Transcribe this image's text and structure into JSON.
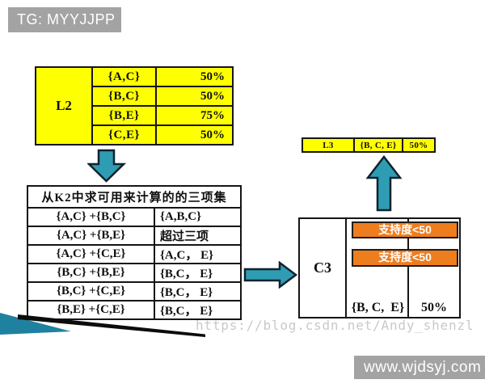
{
  "badges": {
    "top_left": "TG: MYYJJPP",
    "bottom_right": "www.wjdsyj.com"
  },
  "watermark": "https://blog.csdn.net/Andy_shenzl",
  "colors": {
    "table_yellow": "#FEFF00",
    "arrow_teal": "#2E9DB4",
    "bar_orange": "#EE7D1E",
    "badge_gray": "#A3A3A3",
    "swoosh_teal": "#1F81A0",
    "watermark_gray": "#C9C9C9"
  },
  "l2_table": {
    "label": "L2",
    "rows": [
      {
        "itemset": "{A,C}",
        "support": "50%"
      },
      {
        "itemset": "{B,C}",
        "support": "50%"
      },
      {
        "itemset": "{B,E}",
        "support": "75%"
      },
      {
        "itemset": "{C,E}",
        "support": "50%"
      }
    ]
  },
  "k2_table": {
    "header": "从K2中求可用来计算的的三项集",
    "rows": [
      {
        "combo": "{A,C} +{B,C}",
        "result": "{A,B,C}"
      },
      {
        "combo": "{A,C} +{B,E}",
        "result": "超过三项"
      },
      {
        "combo": "{A,C} +{C,E}",
        "result": "{A,C， E}"
      },
      {
        "combo": "{B,C} +{B,E}",
        "result": "{B,C， E}"
      },
      {
        "combo": "{B,C} +{C,E}",
        "result": "{B,C， E}"
      },
      {
        "combo": "{B,E} +{C,E}",
        "result": "{B,C， E}"
      }
    ]
  },
  "c3": {
    "label": "C3",
    "prune_label": "支持度<50",
    "bottom_itemset": "{B, C,  E}",
    "bottom_support": "50%"
  },
  "l3_table": {
    "label": "L3",
    "itemset": "{B, C, E}",
    "support": "50%"
  },
  "icons": {
    "down_arrow": "block-arrow-down",
    "right_arrow": "block-arrow-right",
    "up_arrow": "block-arrow-up",
    "corner_swoosh": "slide-corner-decoration"
  }
}
